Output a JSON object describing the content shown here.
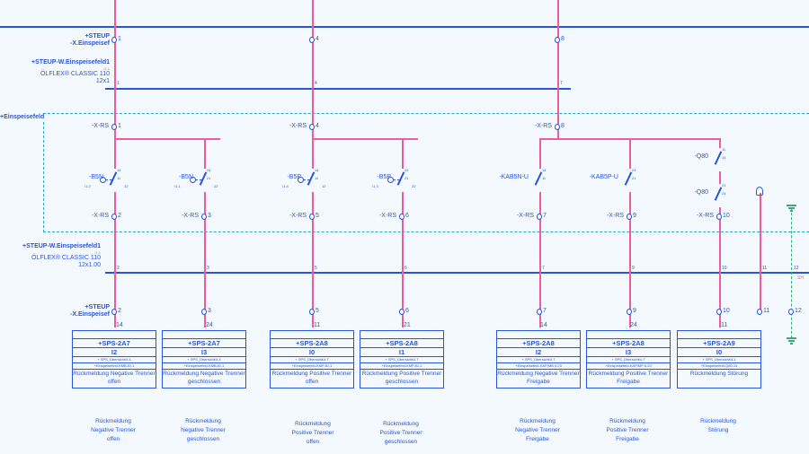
{
  "top_terminal": {
    "label1": "+STEUP",
    "label2": "-X.Einspeisef",
    "numbers": [
      "1",
      "4",
      "8"
    ]
  },
  "cable1": {
    "name": "+STEUP-W.Einspeisefeld1",
    "ref": "/1.1",
    "type": "ÖLFLEX® CLASSIC 110",
    "cores": "12x1",
    "wire_marks": [
      "1",
      "4",
      "7"
    ]
  },
  "group_label": "+Einspeisefeld",
  "xrs_label": "-X-RS",
  "xrs_top_numbers": [
    "1",
    "4",
    "8"
  ],
  "contacts": [
    {
      "label": "-B5N",
      "ref": "/1.2",
      "pins": [
        "14",
        "11",
        "12"
      ]
    },
    {
      "label": "-B5N",
      "ref": "/1.1",
      "pins": [
        "24",
        "21",
        "22"
      ]
    },
    {
      "label": "-B5P",
      "ref": "/1.4",
      "pins": [
        "14",
        "11",
        "12"
      ]
    },
    {
      "label": "-B5P",
      "ref": "/1.3",
      "pins": [
        "24",
        "21",
        "22"
      ]
    },
    {
      "label": "-KAB5N-U",
      "ref": "",
      "pins": [
        "14",
        "11"
      ]
    },
    {
      "label": "-KAB5P-U",
      "ref": "",
      "pins": [
        "24",
        "21"
      ]
    },
    {
      "label": "-Q80",
      "ref": "",
      "pins": [
        "11",
        "14"
      ]
    },
    {
      "label": "-Q80",
      "ref": "",
      "pins": [
        "21",
        "24"
      ]
    }
  ],
  "xrs_bottom_numbers": [
    "2",
    "3",
    "5",
    "6",
    "7",
    "9",
    "10"
  ],
  "cable2": {
    "name": "+STEUP-W.Einspeisefeld1",
    "ref": "/1.1",
    "type": "ÖLFLEX® CLASSIC 110",
    "cores": "12x1.00",
    "wire_marks": [
      "2",
      "3",
      "5",
      "6",
      "7",
      "9",
      "10",
      "11",
      "12"
    ],
    "shield": "SH"
  },
  "bottom_terminal": {
    "label1": "+STEUP",
    "label2": "-X.Einspeisef",
    "numbers": [
      "2",
      "3",
      "5",
      "6",
      "7",
      "9",
      "10",
      "11",
      "12"
    ]
  },
  "plc_inputs": [
    {
      "pin": "14",
      "module": "+SPS-2A7",
      "address": "I2",
      "ref1": "+ SPS_Übersicht/4.4",
      "ref2": "+Einspeisefeld-KMB-B/-1",
      "description": "Rückmeldung Negative Trenner offen",
      "caption": [
        "Rückmeldung",
        "Negative Trenner",
        "offen"
      ]
    },
    {
      "pin": "24",
      "module": "+SPS-2A7",
      "address": "I3",
      "ref1": "+ SPS_Übersicht/4.4",
      "ref2": "+Einspeisefeld-KMB-B/-1",
      "description": "Rückmeldung Negative Trenner geschlossen",
      "caption": [
        "Rückmeldung",
        "Negative Trenner",
        "geschlossen"
      ]
    },
    {
      "pin": "11",
      "module": "+SPS-2A8",
      "address": "I0",
      "ref1": "+ SPS_Übersicht/4.7",
      "ref2": "+Einspeisefeld-KMP-B/-1",
      "description": "Rückmeldung Positive Trenner offen",
      "caption": [
        "Rückmeldung",
        "Positive Trenner",
        "offen"
      ]
    },
    {
      "pin": "21",
      "module": "+SPS-2A8",
      "address": "I1",
      "ref1": "+ SPS_Übersicht/4.7",
      "ref2": "+Einspeisefeld-KMP-B/-1",
      "description": "Rückmeldung Positive Trenner geschlossen",
      "caption": [
        "Rückmeldung",
        "Positive Trenner",
        "geschlossen"
      ]
    },
    {
      "pin": "14",
      "module": "+SPS-2A8",
      "address": "I2",
      "ref1": "+ SPS_Übersicht/4.7",
      "ref2": "+Einspeisefeld-KAP/MB 6.23",
      "description": "Rückmeldung Negative Trenner Freigabe",
      "caption": [
        "Rückmeldung",
        "Negative Trenner",
        "Freigabe"
      ]
    },
    {
      "pin": "24",
      "module": "+SPS-2A8",
      "address": "I3",
      "ref1": "+ SPS_Übersicht/4.7",
      "ref2": "+Einspeisefeld-KAP/MP 6.23",
      "description": "Rückmeldung Positive Trenner Freigabe",
      "caption": [
        "Rückmeldung",
        "Positive Trenner",
        "Freigabe"
      ]
    },
    {
      "pin": "11",
      "module": "+SPS-2A9",
      "address": "I0",
      "ref1": "+ SPS_Übersicht/4.1",
      "ref2": "+Einspeisefeld-Q80.14",
      "description": "Rückmeldung Störung",
      "caption": [
        "Rückmeldung",
        "Störung"
      ]
    }
  ],
  "colors": {
    "wire": "#ee5ca0",
    "line": "#2a55d8",
    "dashed": "#29a8c8",
    "earth": "#2fb070"
  }
}
